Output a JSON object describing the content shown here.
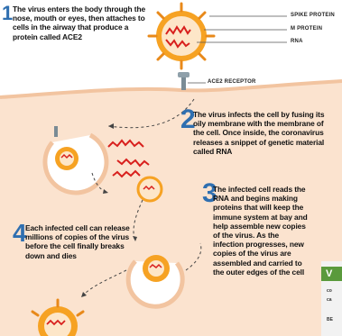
{
  "labels": {
    "spike": "SPIKE PROTEIN",
    "m": "M PROTEIN",
    "rna": "RNA",
    "ace2": "ACE2 RECEPTOR"
  },
  "steps": [
    {
      "num": "1",
      "text": "The virus enters the body through the nose, mouth or eyes, then attaches to cells in the airway that produce a protein called ACE2"
    },
    {
      "num": "2",
      "text": "The virus infects the cell by fusing its oily membrane with the membrane of the cell. Once inside, the coronavirus releases a snippet of genetic material called RNA"
    },
    {
      "num": "3",
      "text": "The infected cell reads the RNA and begins making proteins that will keep the immune system at bay and help assemble new copies of the virus. As the infection progresses, new copies of the virus are assembled and carried to the outer edges of the cell"
    },
    {
      "num": "4",
      "text": "Each infected cell can release millions of copies of the virus before the cell finally breaks down and dies"
    }
  ],
  "sidebar": {
    "head": "V",
    "line1": "co",
    "line2": "ca",
    "line3": "BE"
  },
  "colors": {
    "cell": "#fbe3cf",
    "membrane": "#f2c4a0",
    "virus": "#f6a223",
    "spike": "#e8891a",
    "rna": "#d8201d",
    "accent": "#2f6fb0"
  }
}
